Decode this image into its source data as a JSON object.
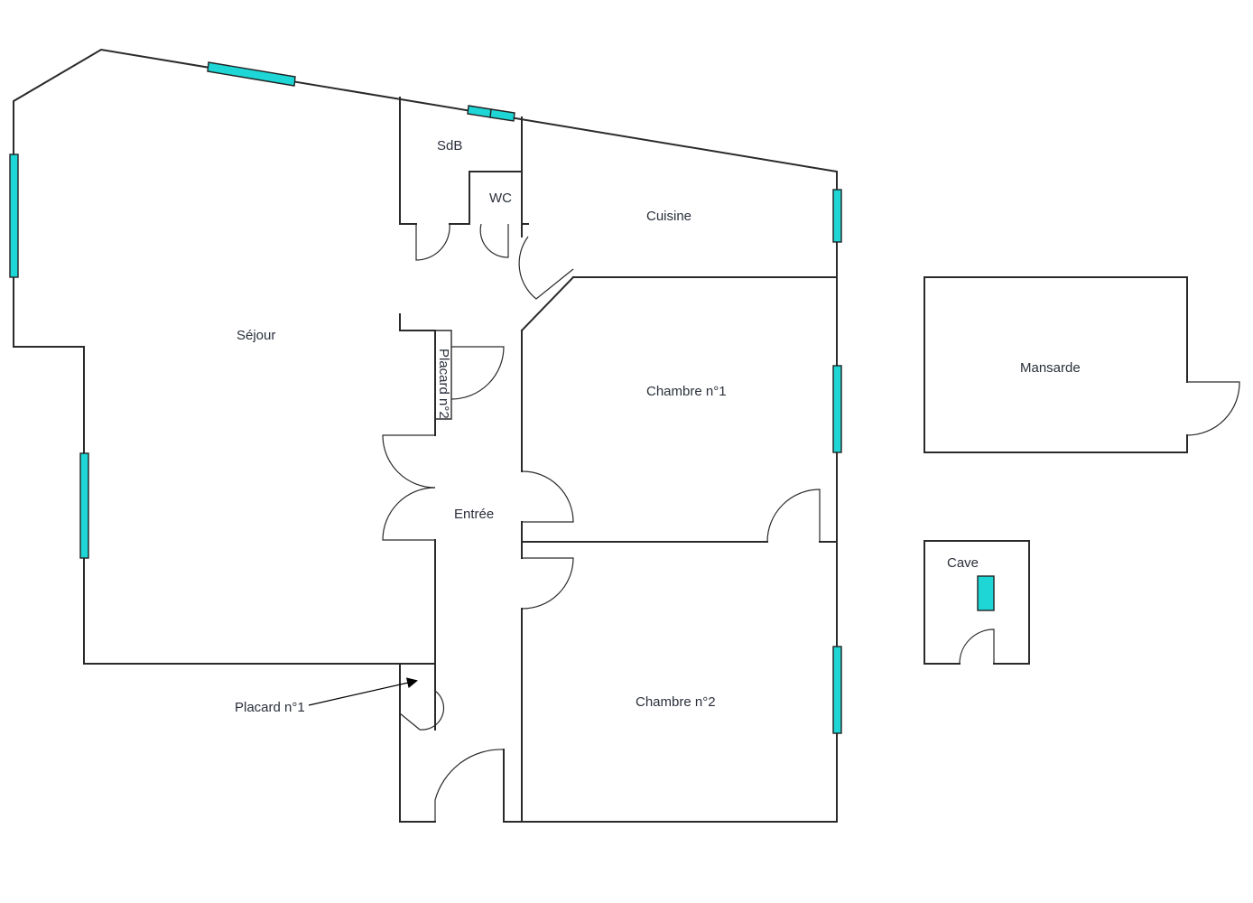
{
  "colors": {
    "wall": "#2a2a2a",
    "window": "#1ed6d6",
    "text": "#2a2f3a",
    "background": "#ffffff"
  },
  "rooms": {
    "sejour": "Séjour",
    "sdb": "SdB",
    "wc": "WC",
    "cuisine": "Cuisine",
    "placard2": "Placard n°2",
    "chambre1": "Chambre n°1",
    "entree": "Entrée",
    "chambre2": "Chambre n°2",
    "placard1": "Placard n°1",
    "mansarde": "Mansarde",
    "cave": "Cave"
  }
}
